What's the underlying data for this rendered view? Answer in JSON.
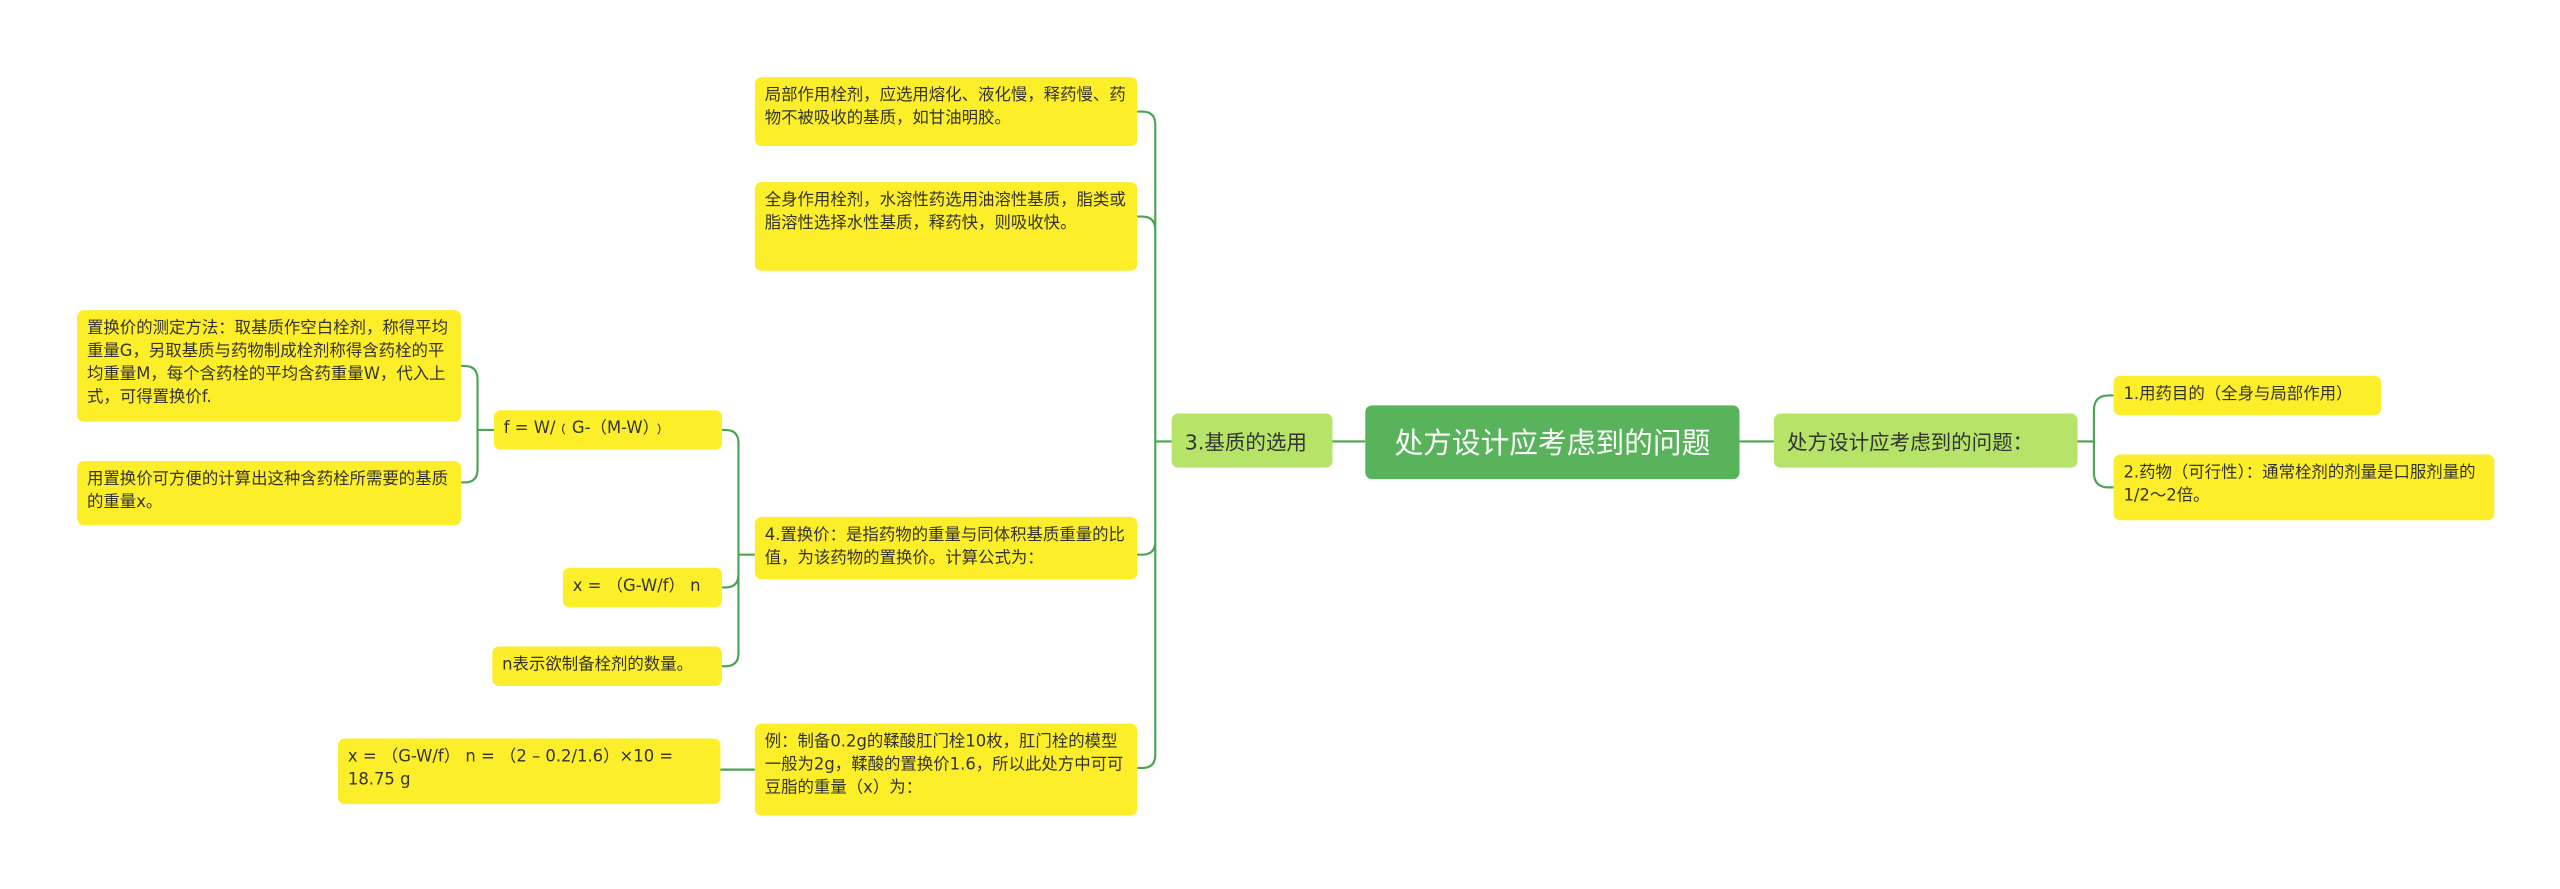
{
  "root": {
    "label": "处方设计应考虑到的问题"
  },
  "right_branch": {
    "label": "处方设计应考虑到的问题：",
    "children": [
      "1.用药目的（全身与局部作用）",
      "2.药物（可行性）：通常栓剂的剂量是口服剂量的1/2～2倍。"
    ]
  },
  "left_branch": {
    "label": "3.基质的选用",
    "children": [
      "局部作用栓剂，应选用熔化、液化慢，释药慢、药物不被吸收的基质，如甘油明胶。",
      "全身作用栓剂，水溶性药选用油溶性基质，脂类或脂溶性选择水性基质，释药快，则吸收快。",
      "4.置换价：是指药物的重量与同体积基质重量的比值，为该药物的置换价。计算公式为：",
      "例：制备0.2g的鞣酸肛门栓10枚，肛门栓的模型一般为2g，鞣酸的置换价1.6，所以此处方中可可豆脂的重量（x）为："
    ]
  },
  "formulas": {
    "f_formula": "f = W/﹙G-（M-W）﹚",
    "x_formula": "x = （G-W/f） n",
    "n_note": "n表示欲制备栓剂的数量。",
    "f_children": [
      "置换价的测定方法：取基质作空白栓剂，称得平均重量G，另取基质与药物制成栓剂称得含药栓的平均重量M，每个含药栓的平均含药重量W，代入上式，可得置换价f.",
      "用置换价可方便的计算出这种含药栓所需要的基质的重量x。"
    ],
    "example_result": "x = （G-W/f） n = （2 – 0.2/1.6）×10 = 18.75 g"
  },
  "colors": {
    "root_bg": "#58b35b",
    "level1_bg": "#b5e469",
    "leaf_bg": "#fdee2a",
    "connector": "#4aa552"
  }
}
